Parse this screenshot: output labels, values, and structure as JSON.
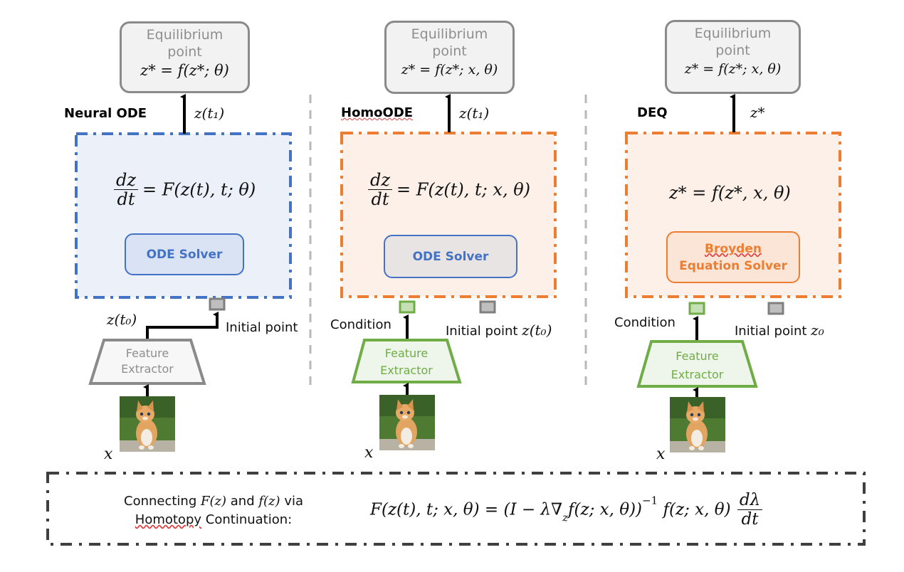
{
  "colors": {
    "neural_ode_border": "#4472c4",
    "neural_ode_fill": "#ebf0f9",
    "homo_border": "#ed7d31",
    "homo_fill": "#fcf0e8",
    "feature_green": "#70ad47",
    "feature_green_fill": "#eef5ea",
    "gray": "#8a8a8a",
    "divider": "#b8b8b8",
    "bottom_border": "#3f3f3f"
  },
  "panels": [
    {
      "id": "neural-ode",
      "title": "Neural ODE",
      "equilibrium": {
        "line1": "Equilibrium",
        "line2": "point",
        "formula": "z* = f(z*; θ)"
      },
      "output_label": "z(t₁)",
      "ode_numerator": "dz",
      "ode_denominator": "dt",
      "ode_rhs": "= F(z(t), t; θ)",
      "solver_label_line1": "ODE Solver",
      "solver_label_line2": "",
      "input_label": "z(t₀)",
      "initial_point_label": "Initial point",
      "feature_line1": "Feature",
      "feature_line2": "Extractor",
      "image_label": "x"
    },
    {
      "id": "homoode",
      "title": "HomoODE",
      "equilibrium": {
        "line1": "Equilibrium",
        "line2": "point",
        "formula": "z* = f(z*; x, θ)"
      },
      "output_label": "z(t₁)",
      "ode_numerator": "dz",
      "ode_denominator": "dt",
      "ode_rhs": "= F(z(t), t; x, θ)",
      "solver_label_line1": "ODE Solver",
      "solver_label_line2": "",
      "condition_label": "Condition",
      "initial_point_label": "Initial point",
      "initial_point_math": "z(t₀)",
      "feature_line1": "Feature",
      "feature_line2": "Extractor",
      "image_label": "x"
    },
    {
      "id": "deq",
      "title": "DEQ",
      "equilibrium": {
        "line1": "Equilibrium",
        "line2": "point",
        "formula": "z* = f(z*; x, θ)"
      },
      "output_label": "z*",
      "fixed_point_eq": "z* = f(z*, x, θ)",
      "solver_label_line1": "Broyden",
      "solver_label_line2": "Equation Solver",
      "condition_label": "Condition",
      "initial_point_label": "Initial point",
      "initial_point_math": "z₀",
      "feature_line1": "Feature",
      "feature_line2": "Extractor",
      "image_label": "x"
    }
  ],
  "bottom": {
    "text_line1_a": "Connecting",
    "text_line1_F": "F(z)",
    "text_line1_and": "and",
    "text_line1_f": "f(z)",
    "text_line1_via": "via",
    "text_line2_homotopy": "Homotopy",
    "text_line2_rest": "Continuation:",
    "formula_lhs": "F(z(t), t; x, θ) = (I − λ∇",
    "formula_sub": "z",
    "formula_mid": "f(z; x, θ))",
    "formula_sup": "−1",
    "formula_rest": " f(z; x, θ)",
    "formula_frac_num": "dλ",
    "formula_frac_den": "dt"
  }
}
